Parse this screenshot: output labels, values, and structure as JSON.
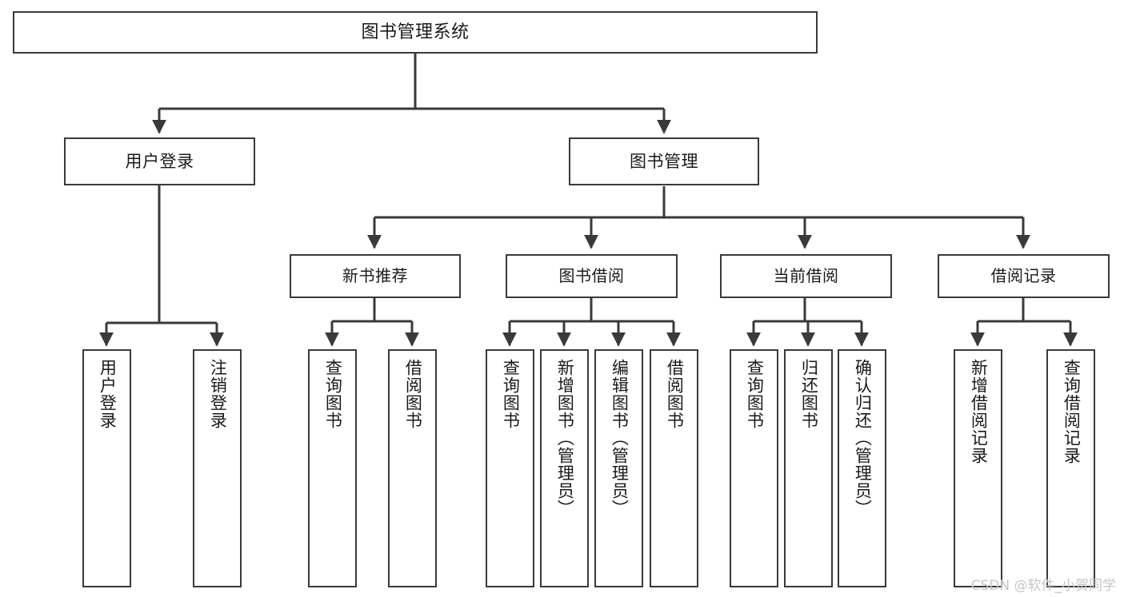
{
  "diagram": {
    "type": "tree-hierarchy",
    "orientation": "top-down",
    "title": "图书管理系统",
    "watermark": "CSDN @软件_小贺同学",
    "colors": {
      "background": "#ffffff",
      "node_border": "#3a3a3a",
      "node_fill": "#ffffff",
      "edge": "#3a3a3a",
      "text": "#1a1a1a",
      "watermark": "#c6c6c6"
    },
    "nodes": {
      "root": {
        "label": "图书管理系统"
      },
      "level1": [
        {
          "label": "用户登录"
        },
        {
          "label": "图书管理"
        }
      ],
      "level2": [
        {
          "label": "新书推荐"
        },
        {
          "label": "图书借阅"
        },
        {
          "label": "当前借阅"
        },
        {
          "label": "借阅记录"
        }
      ],
      "leaves": {
        "user_login": [
          {
            "label": "用户登录"
          },
          {
            "label": "注销登录"
          }
        ],
        "new_book": [
          {
            "label": "查询图书"
          },
          {
            "label": "借阅图书"
          }
        ],
        "book_borrow": [
          {
            "label": "查询图书"
          },
          {
            "label": "新增图书（管理员）"
          },
          {
            "label": "编辑图书（管理员）"
          },
          {
            "label": "借阅图书"
          }
        ],
        "current_borrow": [
          {
            "label": "查询图书"
          },
          {
            "label": "归还图书"
          },
          {
            "label": "确认归还（管理员）"
          }
        ],
        "borrow_record": [
          {
            "label": "新增借阅记录"
          },
          {
            "label": "查询借阅记录"
          }
        ]
      }
    }
  }
}
